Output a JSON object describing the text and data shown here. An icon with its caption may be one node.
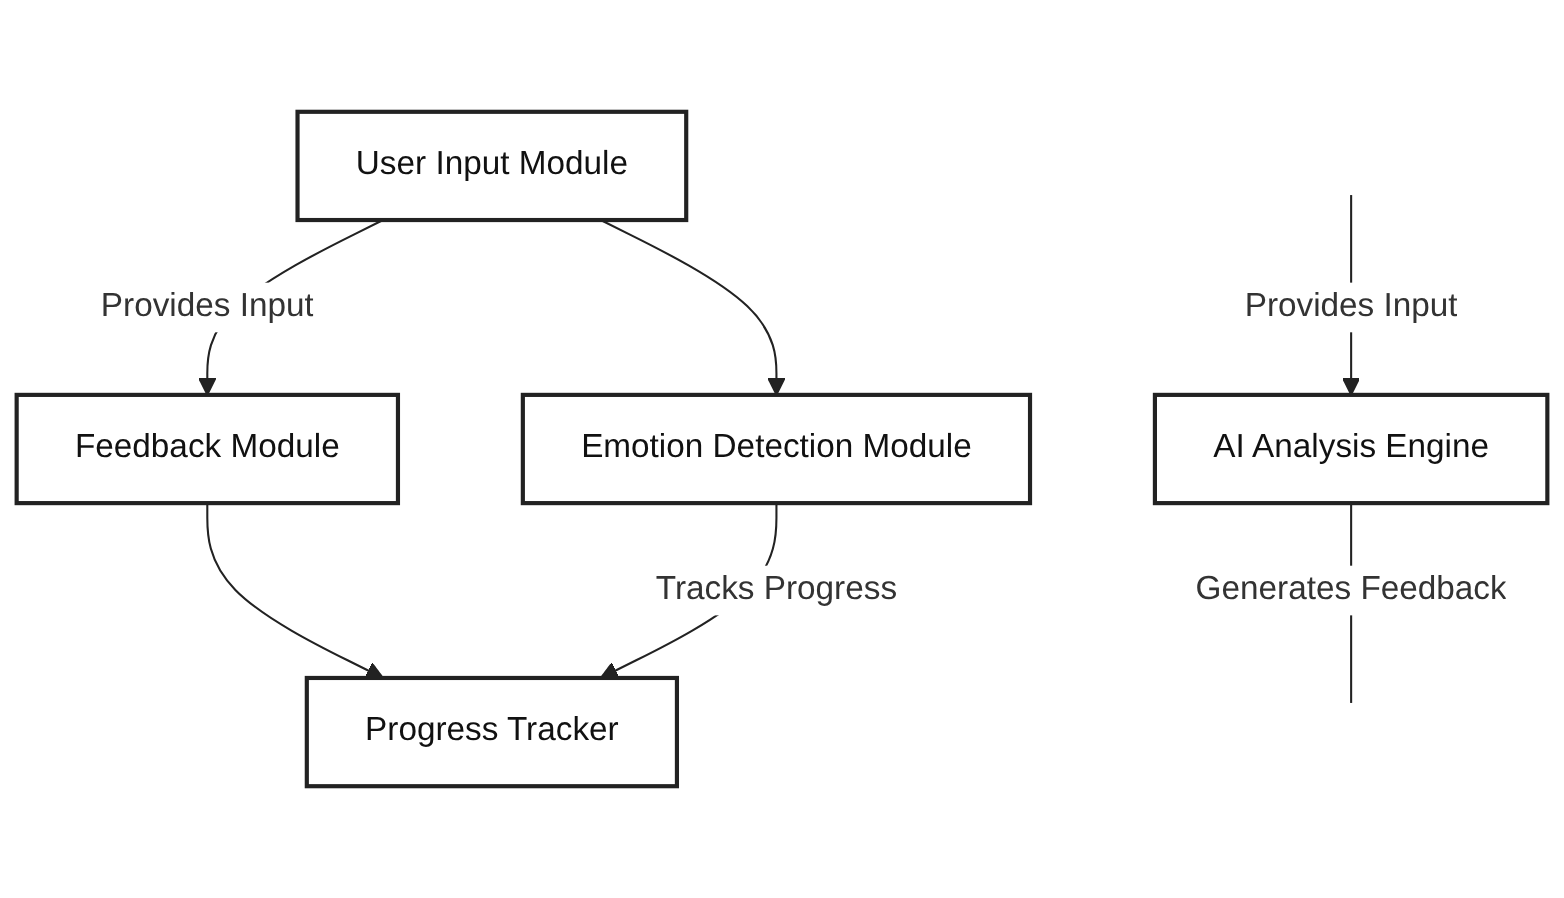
{
  "diagram": {
    "nodes": [
      {
        "text": [
          "User Input Module"
        ]
      },
      {
        "text": [
          "Feedback Module"
        ]
      },
      {
        "text": [
          "AI Analysis Engine"
        ]
      },
      {
        "text": [
          "Emotion Detection Module"
        ]
      },
      {
        "text": [
          "Progress Tracker"
        ]
      }
    ],
    "edges": [
      {
        "from": 0,
        "to": 1,
        "arrow": "to",
        "label": "Provides Input"
      },
      {
        "from": 0,
        "to": 3,
        "arrow": "to"
      },
      {
        "from": null,
        "to": 2,
        "arrow": "to",
        "label": "Provides Input"
      },
      {
        "from": 2,
        "to": null,
        "arrow": "none",
        "label": "Generates Feedback"
      },
      {
        "from": 1,
        "to": 4,
        "arrow": "to"
      },
      {
        "from": 3,
        "to": 4,
        "arrow": "to",
        "label": "Tracks Progress"
      }
    ]
  }
}
